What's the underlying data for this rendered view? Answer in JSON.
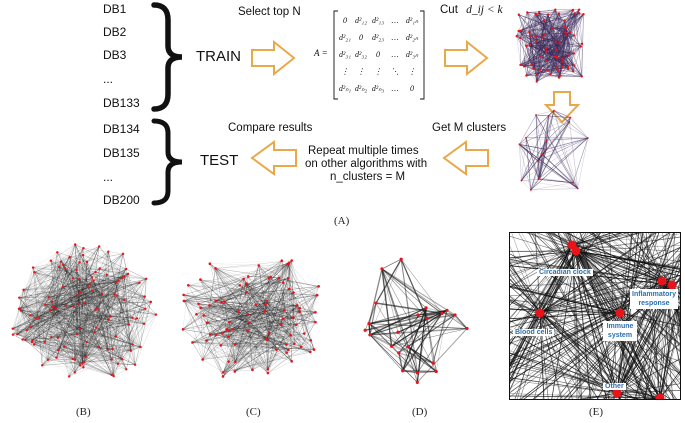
{
  "databases": {
    "train": [
      "DB1",
      "DB2",
      "DB3",
      "...",
      "DB133"
    ],
    "test": [
      "DB134",
      "DB135",
      "...",
      "DB200"
    ]
  },
  "labels": {
    "train": "TRAIN",
    "test": "TEST",
    "select_top": "Select top N",
    "cut": "Cut",
    "cut_condition": "d_ij < k",
    "get_clusters": "Get M clusters",
    "compare": "Compare results",
    "repeat_lines": [
      "Repeat multiple times",
      "on other algorithms with",
      "n_clusters = M"
    ]
  },
  "matrix": {
    "lhs": "A =",
    "rows": [
      [
        "0",
        "d²₁₂",
        "d²₁₃",
        "…",
        "d²₁ₙ"
      ],
      [
        "d²₂₁",
        "0",
        "d²₂₃",
        "…",
        "d²₂ₙ"
      ],
      [
        "d²₃₁",
        "d²₃₂",
        "0",
        "…",
        "d²₃ₙ"
      ],
      [
        "⋮",
        "⋮",
        "⋮",
        "⋱",
        "⋮"
      ],
      [
        "d²ₙ₁",
        "d²ₙ₂",
        "d²ₙ₃",
        "…",
        "0"
      ]
    ]
  },
  "panel_labels": [
    "(A)",
    "(B)",
    "(C)",
    "(D)",
    "(E)"
  ],
  "cluster_labels": [
    "Circadian clock",
    "Inflammatory response",
    "Immune system",
    "Blood cells",
    "Other"
  ],
  "colors": {
    "arrow_stroke": "#e8a94a",
    "arrow_fill": "#ffffff",
    "node": "#e8141a",
    "edge_dark": "#1a1a1a",
    "edge_purple": "#3b2a5a",
    "label_text": "#2a6fb0",
    "label_bg": "#ffffff"
  }
}
